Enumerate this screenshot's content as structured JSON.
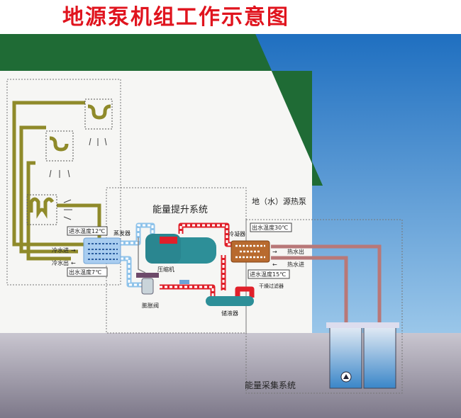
{
  "title": "地源泵机组工作示意图",
  "sections": {
    "energy_lift": "能量提升系统",
    "heat_pump": "地（水）源热泵",
    "energy_collect": "能量采集系统"
  },
  "components": {
    "evaporator": "蒸发器",
    "compressor": "压缩机",
    "condenser": "冷凝器",
    "expansion_valve": "膨胀阀",
    "receiver": "储液器",
    "filter_dryer": "干燥过滤器"
  },
  "indoor": {
    "inlet_temp": "进水温度12℃",
    "outlet_temp": "出水温度7℃",
    "cold_in": "冷水进",
    "cold_out": "冷水出"
  },
  "source": {
    "outlet_temp": "出水温度30℃",
    "inlet_temp": "进水温度15℃",
    "hot_out": "热水出",
    "hot_in": "热水进"
  },
  "colors": {
    "title": "#e0141e",
    "roof": "#1f6b35",
    "sky": "#2f7fc8",
    "ground": "#8e8a99"
  }
}
